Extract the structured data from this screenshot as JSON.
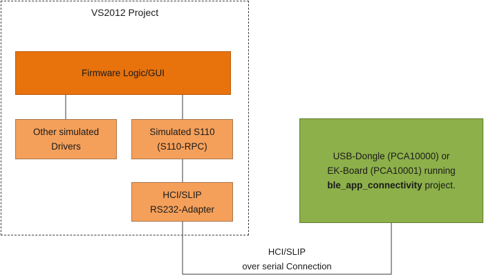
{
  "project": {
    "title": "VS2012 Project"
  },
  "blocks": {
    "firmware": {
      "label": "Firmware Logic/GUI"
    },
    "other_drivers": {
      "line1": "Other simulated",
      "line2": "Drivers"
    },
    "s110": {
      "line1": "Simulated S110",
      "line2": "(S110-RPC)"
    },
    "hci_adapter": {
      "line1": "HCI/SLIP",
      "line2": "RS232-Adapter"
    },
    "usb_dongle": {
      "line1": "USB-Dongle (PCA10000) or",
      "line2": "EK-Board (PCA10001) running",
      "line3_bold": "ble_app_connectivity",
      "line3_rest": " project."
    }
  },
  "connection": {
    "line1": "HCI/SLIP",
    "line2": "over serial Connection"
  },
  "colors": {
    "firmware_fill": "#e8720c",
    "driver_fill": "#f5a05a",
    "device_fill": "#8db04a"
  }
}
